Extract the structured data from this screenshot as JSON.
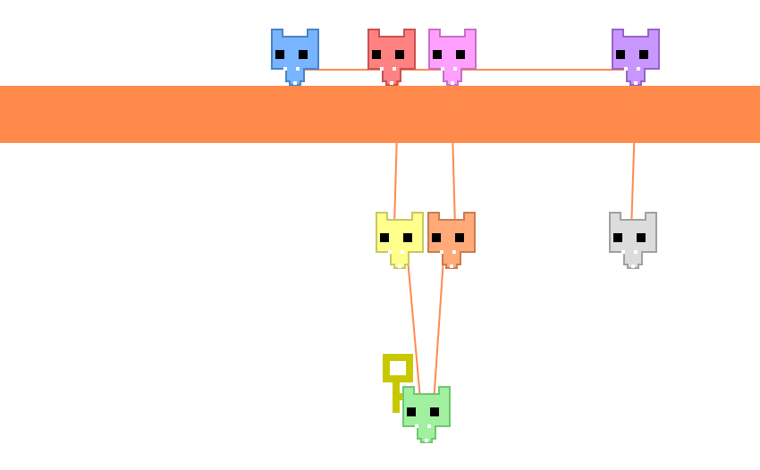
{
  "scene": {
    "background_color": "#ffffff",
    "rope_color": "#ff8a50",
    "platform": {
      "name": "platform-bar",
      "color": "#ff8a4c"
    },
    "players": [
      {
        "name": "blue-cat-player",
        "fill": "#78b4ff",
        "stroke": "#4a82c8"
      },
      {
        "name": "red-cat-player",
        "fill": "#ff8282",
        "stroke": "#c85050"
      },
      {
        "name": "pink-cat-player",
        "fill": "#ffa0ff",
        "stroke": "#c86ec8"
      },
      {
        "name": "purple-cat-player",
        "fill": "#c896ff",
        "stroke": "#9664c8"
      },
      {
        "name": "yellow-cat-player",
        "fill": "#ffff8c",
        "stroke": "#c8c864"
      },
      {
        "name": "orange-cat-player",
        "fill": "#ffaa78",
        "stroke": "#c87d50"
      },
      {
        "name": "gray-cat-player",
        "fill": "#dcdcdc",
        "stroke": "#a0a0a0"
      },
      {
        "name": "green-cat-player",
        "fill": "#a0f0a0",
        "stroke": "#6ec86e"
      }
    ],
    "key": {
      "name": "key-icon",
      "color": "#c8c800"
    }
  }
}
